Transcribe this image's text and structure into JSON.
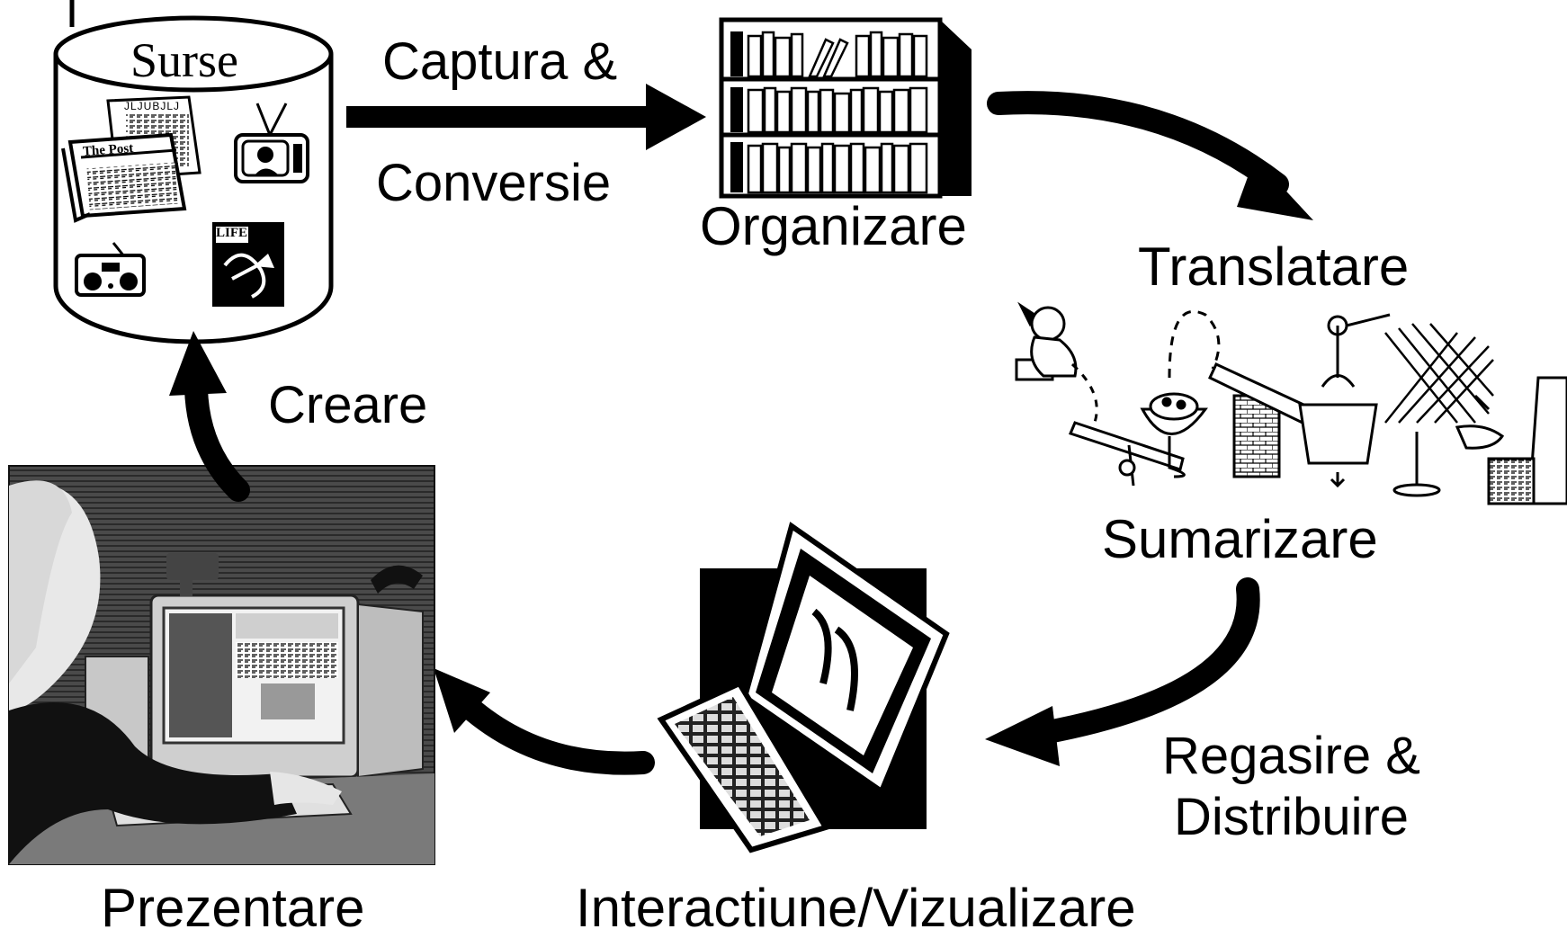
{
  "diagram": {
    "sources": {
      "title": "Surse",
      "newspaper_front": "The Post",
      "newspaper_back": "JLJUBJLJ",
      "magazine": "LIFE"
    },
    "edges": {
      "capture_line1": "Captura &",
      "capture_line2": "Conversie",
      "creation": "Creare",
      "retrieval_line1": "Regasire &",
      "retrieval_line2": "Distribuire"
    },
    "stages": {
      "organization": "Organizare",
      "translation": "Translatare",
      "summarization": "Sumarizare",
      "interaction": "Interactiune/Vizualizare",
      "presentation": "Prezentare"
    }
  }
}
